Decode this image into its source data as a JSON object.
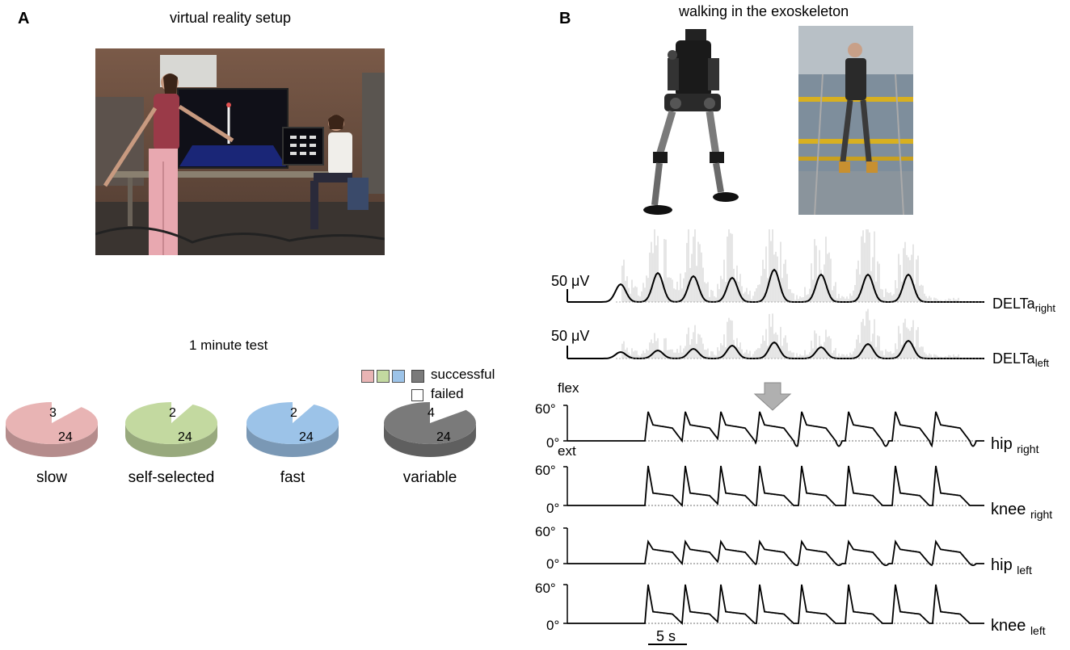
{
  "panelA": {
    "letter": "A",
    "title": "virtual reality setup",
    "test_title": "1 minute test",
    "legend": {
      "successful_label": "successful",
      "failed_label": "failed"
    },
    "colors": {
      "slow": "#e8b4b4",
      "self_selected": "#c3d9a0",
      "fast": "#9cc3e8",
      "variable": "#7a7a7a"
    }
  },
  "panelB": {
    "letter": "B",
    "title": "walking in the exoskeleton",
    "emg_scale_right": "50 μV",
    "emg_scale_left": "50 μV",
    "delta_right": {
      "base": "DELTa",
      "sub": "right"
    },
    "delta_left": {
      "base": "DELTa",
      "sub": "left"
    },
    "flex_label": "flex",
    "ext_label": "ext",
    "angle_60": "60°",
    "angle_0": "0°",
    "hip_right": {
      "base": "hip ",
      "sub": "right"
    },
    "knee_right": {
      "base": "knee ",
      "sub": "right"
    },
    "hip_left": {
      "base": "hip ",
      "sub": "left"
    },
    "knee_left": {
      "base": "knee ",
      "sub": "left"
    },
    "time_scale": "5 s"
  },
  "chart_data": [
    {
      "type": "pie",
      "label": "slow",
      "categories": [
        "successful",
        "failed"
      ],
      "values": [
        24,
        3
      ],
      "color": "#e8b4b4"
    },
    {
      "type": "pie",
      "label": "self-selected",
      "categories": [
        "successful",
        "failed"
      ],
      "values": [
        24,
        2
      ],
      "color": "#c3d9a0"
    },
    {
      "type": "pie",
      "label": "fast",
      "categories": [
        "successful",
        "failed"
      ],
      "values": [
        24,
        2
      ],
      "color": "#9cc3e8"
    },
    {
      "type": "pie",
      "label": "variable",
      "categories": [
        "successful",
        "failed"
      ],
      "values": [
        24,
        4
      ],
      "color": "#7a7a7a"
    }
  ]
}
